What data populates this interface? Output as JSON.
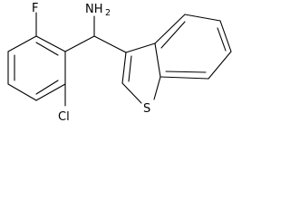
{
  "molecule": {
    "description_labels": {
      "amine": "NH",
      "amine_subscript": "2",
      "fluorine": "F",
      "chlorine": "Cl",
      "sulfur": "S"
    },
    "colors": {
      "bond": "#000000",
      "background": "#ffffff"
    }
  }
}
